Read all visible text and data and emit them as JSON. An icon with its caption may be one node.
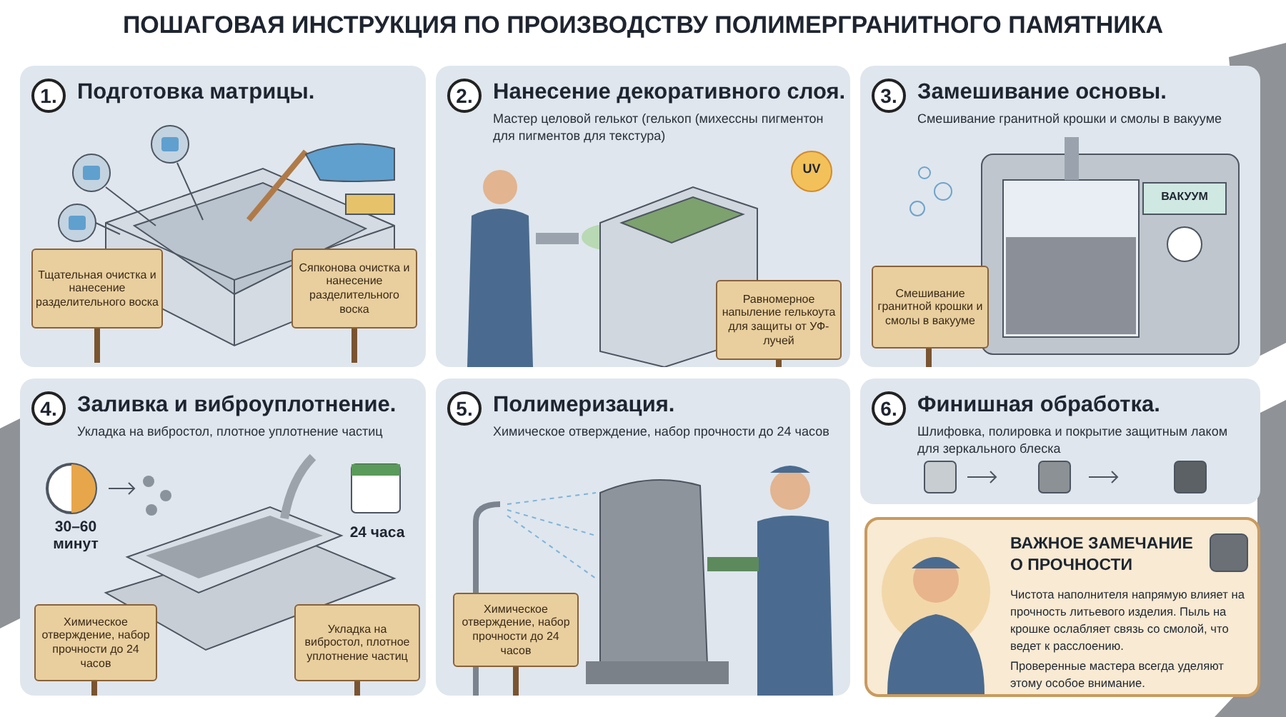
{
  "diagram": {
    "title": "ПОШАГОВАЯ ИНСТРУКЦИЯ ПО ПРОИЗВОДСТВУ ПОЛИМЕРГРАНИТНОГО ПАМЯТНИКА",
    "nodes": [
      {
        "text": [
          "1.",
          "Подготовка матрицы."
        ]
      },
      {
        "text": [
          "Тщательная очистка и нанесение разделительного воска"
        ],
        "in": 0
      },
      {
        "text": [
          "Сяпконова очистка и нанесение разделительного воска"
        ],
        "in": 0
      },
      {
        "text": [
          "2.",
          "Нанесение декоративного слоя.",
          "Мастер целовой гелькот (гелькоп (михессны пигментон для пигментов для текстура)"
        ]
      },
      {
        "text": [
          "Равномерное напыление гелькоута для защиты от УФ-лучей"
        ],
        "in": 3
      },
      {
        "text": [
          "3.",
          "Замешивание основы.",
          "Смешивание гранитной крошки и смолы в вакууме"
        ]
      },
      {
        "text": [
          "Смешивание гранитной крошки и смолы в вакууме"
        ],
        "in": 5
      },
      {
        "text": [
          "4.",
          "Заливка и виброуплотнение.",
          "Укладка на вибростол, плотное уплотнение частиц"
        ]
      },
      {
        "text": [
          "Химическое отверждение, набор прочности до 24 часов"
        ],
        "in": 7
      },
      {
        "text": [
          "Укладка на вибростол, плотное уплотнение частиц"
        ],
        "in": 7
      },
      {
        "text": [
          "5.",
          "Полимеризация.",
          "Химическое отверждение, набор прочности до 24 часов"
        ]
      },
      {
        "text": [
          "Химическое отверждение, набор прочности до 24 часов"
        ],
        "in": 10
      },
      {
        "text": [
          "6.",
          "Финишная обработка.",
          "Шлифовка, полировка и покрытие защитным лаком для зеркального блеска"
        ]
      },
      {
        "text": [
          "ВАЖНОЕ ЗАМЕЧАНИЕ О ПРОЧНОСТИ",
          "Чистота наполнителя напрямую влияет на прочность литьевого изделия. Пыль на крошке ослабляет связь со смолой, что ведет к расслоению.",
          "Проверенные мастера всегда уделяют этому особое внимание."
        ]
      }
    ],
    "labels": [
      "UV",
      "ВАКУУМ",
      "30–60 минут",
      "24 часа"
    ]
  }
}
